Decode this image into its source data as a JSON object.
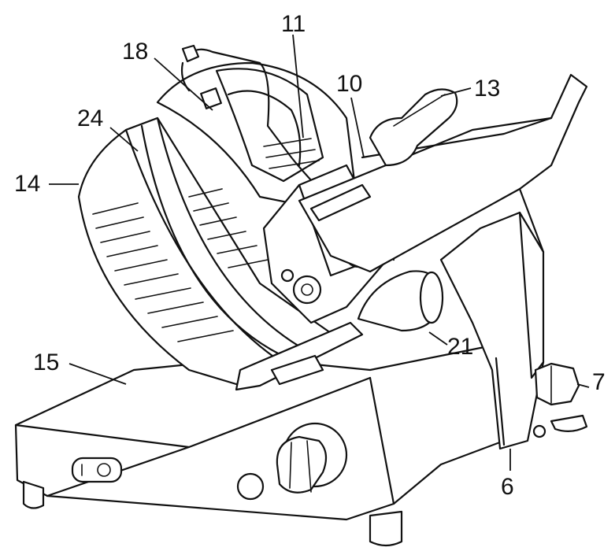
{
  "labels": [
    {
      "id": "18",
      "text": "18"
    },
    {
      "id": "11",
      "text": "11"
    },
    {
      "id": "10",
      "text": "10"
    },
    {
      "id": "13",
      "text": "13"
    },
    {
      "id": "24",
      "text": "24"
    },
    {
      "id": "14",
      "text": "14"
    },
    {
      "id": "15",
      "text": "15"
    },
    {
      "id": "21",
      "text": "21"
    },
    {
      "id": "7",
      "text": "7"
    },
    {
      "id": "6",
      "text": "6"
    }
  ]
}
